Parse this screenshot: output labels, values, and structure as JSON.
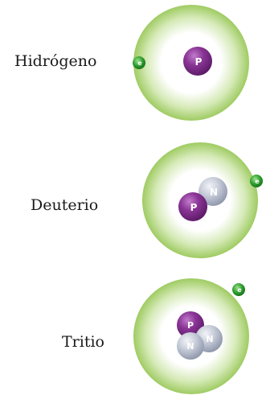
{
  "atoms": [
    {
      "name": "Hidrógeno",
      "protons": 1,
      "neutrons": 0,
      "electrons": 1
    },
    {
      "name": "Deuterio",
      "protons": 1,
      "neutrons": 1,
      "electrons": 1
    },
    {
      "name": "Tritio",
      "protons": 1,
      "neutrons": 2,
      "electrons": 1
    }
  ],
  "particle_symbols": {
    "proton": "P",
    "neutron": "N",
    "electron": "e"
  },
  "colors": {
    "orbit_outer": "#a8d070",
    "orbit_inner": "#ffffff",
    "proton": "#7b2a86",
    "proton_light": "#b667c1",
    "neutron": "#a7aec0",
    "neutron_light": "#e9ecf3",
    "electron": "#2e9a2e",
    "label": "#1a1a1a"
  }
}
